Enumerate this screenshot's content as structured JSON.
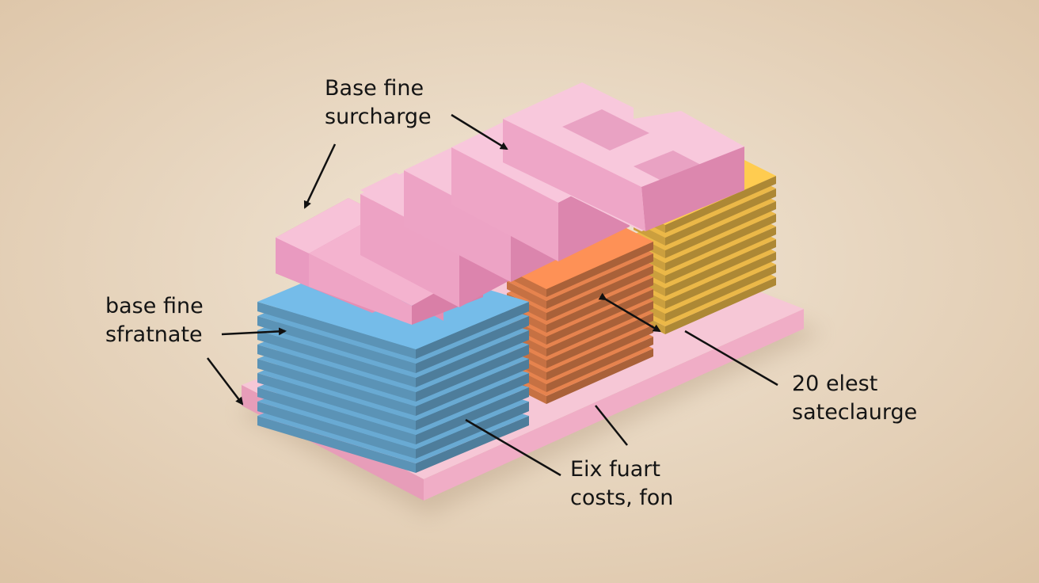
{
  "colors": {
    "background_light": "#efe2cf",
    "background_dark": "#dcc3a6",
    "pink_block": "#ee aacc",
    "base_plate": "#f2b6cc",
    "blue_stack": "#6fb3de",
    "orange_stack": "#f28a52",
    "yellow_stack": "#f7c24c",
    "arrow": "#111111"
  },
  "annotations": {
    "top_left": {
      "line1": "Base fine",
      "line2": "surcharge"
    },
    "left": {
      "line1": "base fine",
      "line2": "sfratnate"
    },
    "right": {
      "line1": "20 elest",
      "line2": "sateclaurge"
    },
    "bottom": {
      "line1": "Eix fuart",
      "line2": "costs, fon"
    }
  }
}
